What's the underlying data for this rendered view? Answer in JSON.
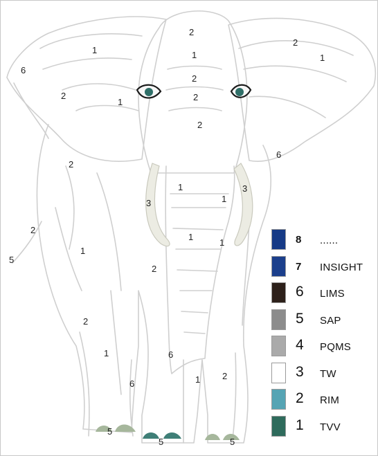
{
  "image": {
    "subject": "elephant-outline-coloring",
    "labels": {
      "ear_left": [
        "6",
        "1",
        "2",
        "1"
      ],
      "ear_right": [
        "2",
        "1",
        "6"
      ],
      "head": [
        "2",
        "1",
        "2",
        "2",
        "2"
      ],
      "trunk": [
        "1",
        "1",
        "1",
        "1",
        "6"
      ],
      "tusks": [
        "3",
        "3"
      ],
      "body": [
        "2",
        "1",
        "2",
        "2",
        "1",
        "6",
        "1",
        "2"
      ],
      "tail": [
        "2",
        "5"
      ],
      "feet": [
        "5",
        "5",
        "5"
      ]
    },
    "colors": {
      "outline": "#cfcfcf",
      "tusk": "#e9e9df",
      "eye": "#2f6f68",
      "toe_green": "#a6b79c",
      "toe_teal": "#3f7f77"
    }
  },
  "legend": {
    "items": [
      {
        "num": "8",
        "label": "......",
        "color": "#163a86"
      },
      {
        "num": "7",
        "label": "INSIGHT",
        "color": "#1b3f8c"
      },
      {
        "num": "6",
        "label": "LIMS",
        "color": "#2d201a"
      },
      {
        "num": "5",
        "label": "SAP",
        "color": "#8c8c8c"
      },
      {
        "num": "4",
        "label": "PQMS",
        "color": "#aaaaaa"
      },
      {
        "num": "3",
        "label": "TW",
        "color": "#ffffff"
      },
      {
        "num": "2",
        "label": "RIM",
        "color": "#55a4b4"
      },
      {
        "num": "1",
        "label": "TVV",
        "color": "#2e6b5c"
      }
    ]
  }
}
